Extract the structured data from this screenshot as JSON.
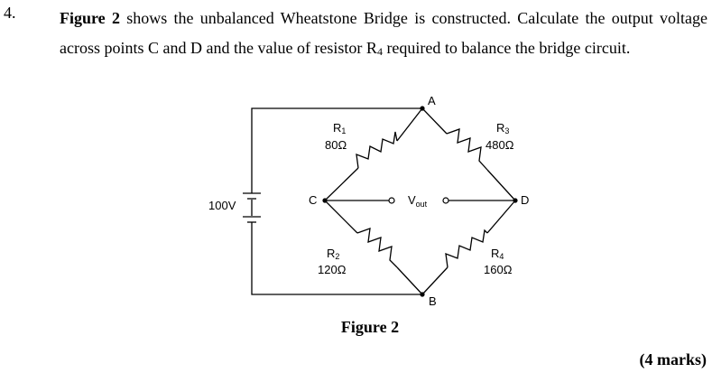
{
  "question": {
    "number": "4.",
    "figure_ref": "Figure 2",
    "text_part1": " shows the unbalanced Wheatstone Bridge is constructed. Calculate the output voltage across points C and D and the value of resistor R",
    "r4_sub": "4",
    "text_part2": " required to balance the bridge circuit."
  },
  "diagram": {
    "nodes": {
      "a": "A",
      "b": "B",
      "c": "C",
      "d": "D"
    },
    "source": "100V",
    "vout": {
      "main": "V",
      "sub": "out"
    },
    "resistors": {
      "r1": {
        "name": "R",
        "sub": "1",
        "value": "80Ω"
      },
      "r2": {
        "name": "R",
        "sub": "2",
        "value": "120Ω"
      },
      "r3": {
        "name": "R",
        "sub": "3",
        "value": "480Ω"
      },
      "r4": {
        "name": "R",
        "sub": "4",
        "value": "160Ω"
      }
    },
    "caption": "Figure 2"
  },
  "marks": "(4 marks)"
}
